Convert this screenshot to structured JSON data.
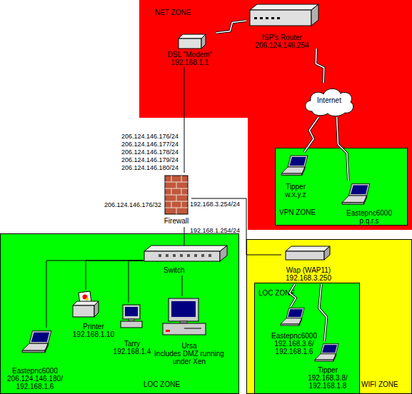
{
  "diagram": {
    "nodes": [
      {
        "text": [
          "NET ZONE"
        ]
      },
      {
        "text": [
          "DSL \"Modem\"",
          "192.168.1.1"
        ],
        "in": 0
      },
      {
        "text": [
          "ISP's Router",
          "206.124.146.254"
        ],
        "in": 0
      },
      {
        "text": [
          "Internet"
        ],
        "in": 0
      },
      {
        "text": [
          "VPN ZONE"
        ],
        "in": 0
      },
      {
        "text": [
          "Tipper",
          "w.x.y.z"
        ],
        "in": 4
      },
      {
        "text": [
          "Eastepnc6000",
          "p.q.r.s"
        ],
        "in": 4
      },
      {
        "text": [
          "Firewall"
        ]
      },
      {
        "text": [
          "LOC ZONE"
        ]
      },
      {
        "text": [
          "Switch"
        ],
        "in": 8
      },
      {
        "text": [
          "Eastepnc6000",
          "206.124.146.180/ 192.168.1.6"
        ],
        "in": 8
      },
      {
        "text": [
          "Printer",
          "192.168.1.10"
        ],
        "in": 8
      },
      {
        "text": [
          "Tarry",
          "192.168.1.4"
        ],
        "in": 8
      },
      {
        "text": [
          "Ursa",
          "Includes DMZ running under Xen"
        ],
        "in": 8
      },
      {
        "text": [
          "WIFI ZONE"
        ]
      },
      {
        "text": [
          "Wap (WAP11)",
          "192.168.3.250"
        ],
        "in": 14
      },
      {
        "text": [
          "LOC ZONE"
        ],
        "in": 14
      },
      {
        "text": [
          "Eastepnc6000",
          "192.168.3.6/ 192.168.1.6"
        ],
        "in": 16
      },
      {
        "text": [
          "Tipper",
          "192.168.3.8/ 192.168.1.8"
        ],
        "in": 16
      }
    ],
    "edges": [
      {
        "from": 1,
        "to": 2,
        "arrow": "none"
      },
      {
        "from": 2,
        "to": 3,
        "arrow": "none"
      },
      {
        "from": 3,
        "to": 5,
        "arrow": "none"
      },
      {
        "from": 3,
        "to": 6,
        "arrow": "none"
      },
      {
        "from": 1,
        "to": 7,
        "arrow": "none"
      },
      {
        "from": 7,
        "to": 9,
        "arrow": "none"
      },
      {
        "from": 7,
        "to": 15,
        "arrow": "none"
      },
      {
        "from": 9,
        "to": 10,
        "arrow": "none"
      },
      {
        "from": 9,
        "to": 11,
        "arrow": "none"
      },
      {
        "from": 9,
        "to": 12,
        "arrow": "none"
      },
      {
        "from": 9,
        "to": 13,
        "arrow": "none"
      },
      {
        "from": 15,
        "to": 17,
        "arrow": "none"
      },
      {
        "from": 15,
        "to": 18,
        "arrow": "none"
      }
    ],
    "labels": [
      "206.124.146.176/24",
      "206.124.146.177/24",
      "206.124.146.178/24",
      "206.124.146.179/24",
      "206.124.146.180/24",
      "206.124.146.176/32",
      "192.168.3.254/24",
      "192.168.1.254/24"
    ]
  }
}
